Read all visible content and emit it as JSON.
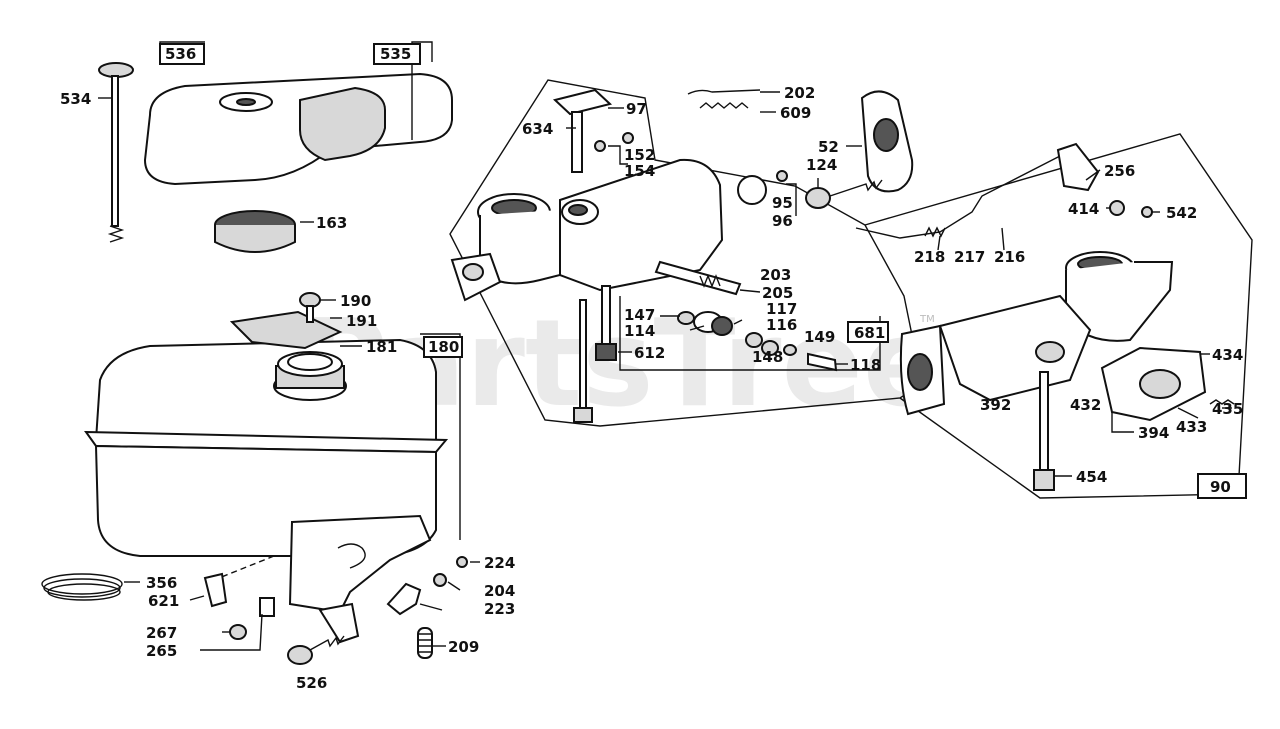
{
  "watermark": {
    "text": "PartsTree",
    "trademark": "TM"
  },
  "callouts": [
    {
      "id": "534",
      "text": "534"
    },
    {
      "id": "536",
      "text": "536"
    },
    {
      "id": "535",
      "text": "535"
    },
    {
      "id": "163",
      "text": "163"
    },
    {
      "id": "190",
      "text": "190"
    },
    {
      "id": "191",
      "text": "191"
    },
    {
      "id": "181",
      "text": "181"
    },
    {
      "id": "180",
      "text": "180"
    },
    {
      "id": "356",
      "text": "356"
    },
    {
      "id": "621",
      "text": "621"
    },
    {
      "id": "267",
      "text": "267"
    },
    {
      "id": "265",
      "text": "265"
    },
    {
      "id": "526",
      "text": "526"
    },
    {
      "id": "224",
      "text": "224"
    },
    {
      "id": "204",
      "text": "204"
    },
    {
      "id": "223",
      "text": "223"
    },
    {
      "id": "209",
      "text": "209"
    },
    {
      "id": "202",
      "text": "202"
    },
    {
      "id": "609",
      "text": "609"
    },
    {
      "id": "97",
      "text": "97"
    },
    {
      "id": "634",
      "text": "634"
    },
    {
      "id": "152",
      "text": "152"
    },
    {
      "id": "154",
      "text": "154"
    },
    {
      "id": "52",
      "text": "52"
    },
    {
      "id": "124",
      "text": "124"
    },
    {
      "id": "95",
      "text": "95"
    },
    {
      "id": "96",
      "text": "96"
    },
    {
      "id": "256",
      "text": "256"
    },
    {
      "id": "414",
      "text": "414"
    },
    {
      "id": "542",
      "text": "542"
    },
    {
      "id": "218",
      "text": "218"
    },
    {
      "id": "217",
      "text": "217"
    },
    {
      "id": "216",
      "text": "216"
    },
    {
      "id": "203",
      "text": "203"
    },
    {
      "id": "205",
      "text": "205"
    },
    {
      "id": "117",
      "text": "117"
    },
    {
      "id": "147",
      "text": "147"
    },
    {
      "id": "114",
      "text": "114"
    },
    {
      "id": "116",
      "text": "116"
    },
    {
      "id": "681",
      "text": "681"
    },
    {
      "id": "149",
      "text": "149"
    },
    {
      "id": "148",
      "text": "148"
    },
    {
      "id": "118",
      "text": "118"
    },
    {
      "id": "612",
      "text": "612"
    },
    {
      "id": "434",
      "text": "434"
    },
    {
      "id": "392",
      "text": "392"
    },
    {
      "id": "432",
      "text": "432"
    },
    {
      "id": "435",
      "text": "435"
    },
    {
      "id": "394",
      "text": "394"
    },
    {
      "id": "433",
      "text": "433"
    },
    {
      "id": "454",
      "text": "454"
    },
    {
      "id": "90",
      "text": "90"
    }
  ]
}
